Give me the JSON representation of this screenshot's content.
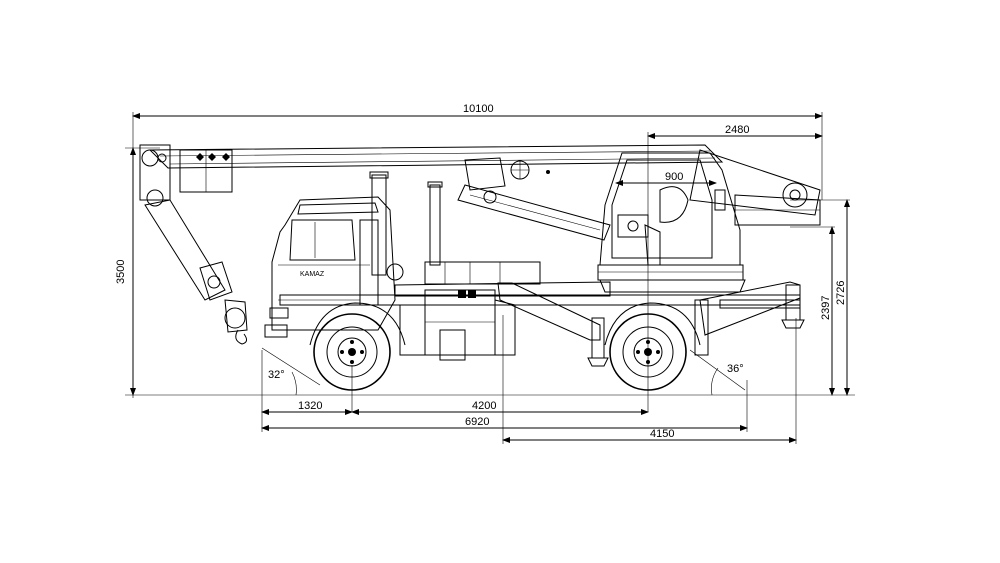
{
  "dimensions": {
    "overall_length": "10100",
    "overall_height": "3500",
    "rear_overhang": "2480",
    "cab_width": "900",
    "height_2397": "2397",
    "height_2726": "2726",
    "front_overhang": "1320",
    "wheelbase": "4200",
    "chassis_length": "6920",
    "outrigger_span": "4150"
  },
  "angles": {
    "approach": "32°",
    "departure": "36°"
  }
}
